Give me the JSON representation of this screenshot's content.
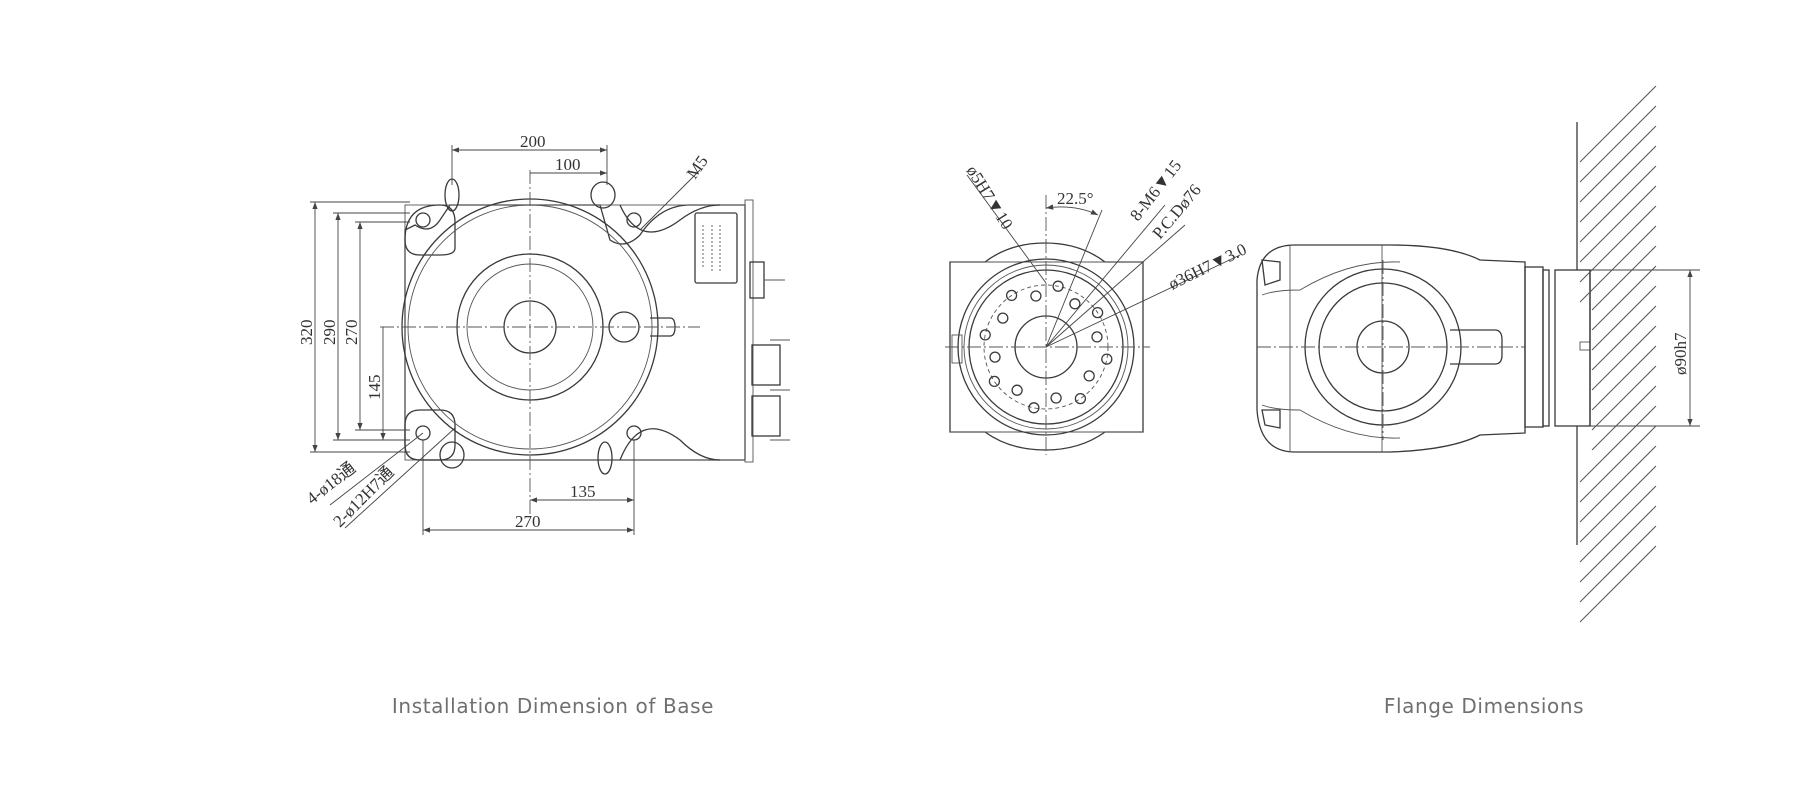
{
  "figures": [
    {
      "id": "base",
      "caption": "Installation Dimension of Base",
      "dimensions": {
        "width_top": "200",
        "offset_top": "100",
        "thread": "M5",
        "height_outer": "320",
        "height_mid": "290",
        "height_inner": "270",
        "height_center": "145",
        "bolt_holes": "4-ø18通",
        "pin_holes": "2-ø12H7通",
        "offset_bottom": "135",
        "width_bottom": "270"
      }
    },
    {
      "id": "flange",
      "caption": "Flange Dimensions",
      "dimensions": {
        "pin_hole": "ø5H7▼10",
        "angle": "22.5°",
        "tapped_holes": "8-M6▼15",
        "pcd": "P.C.Dø76",
        "center_bore": "ø36H7▼3.0",
        "shaft": "ø90h7"
      }
    }
  ],
  "colors": {
    "line": "#3a3a3a",
    "caption": "#707070",
    "background": "#ffffff"
  }
}
